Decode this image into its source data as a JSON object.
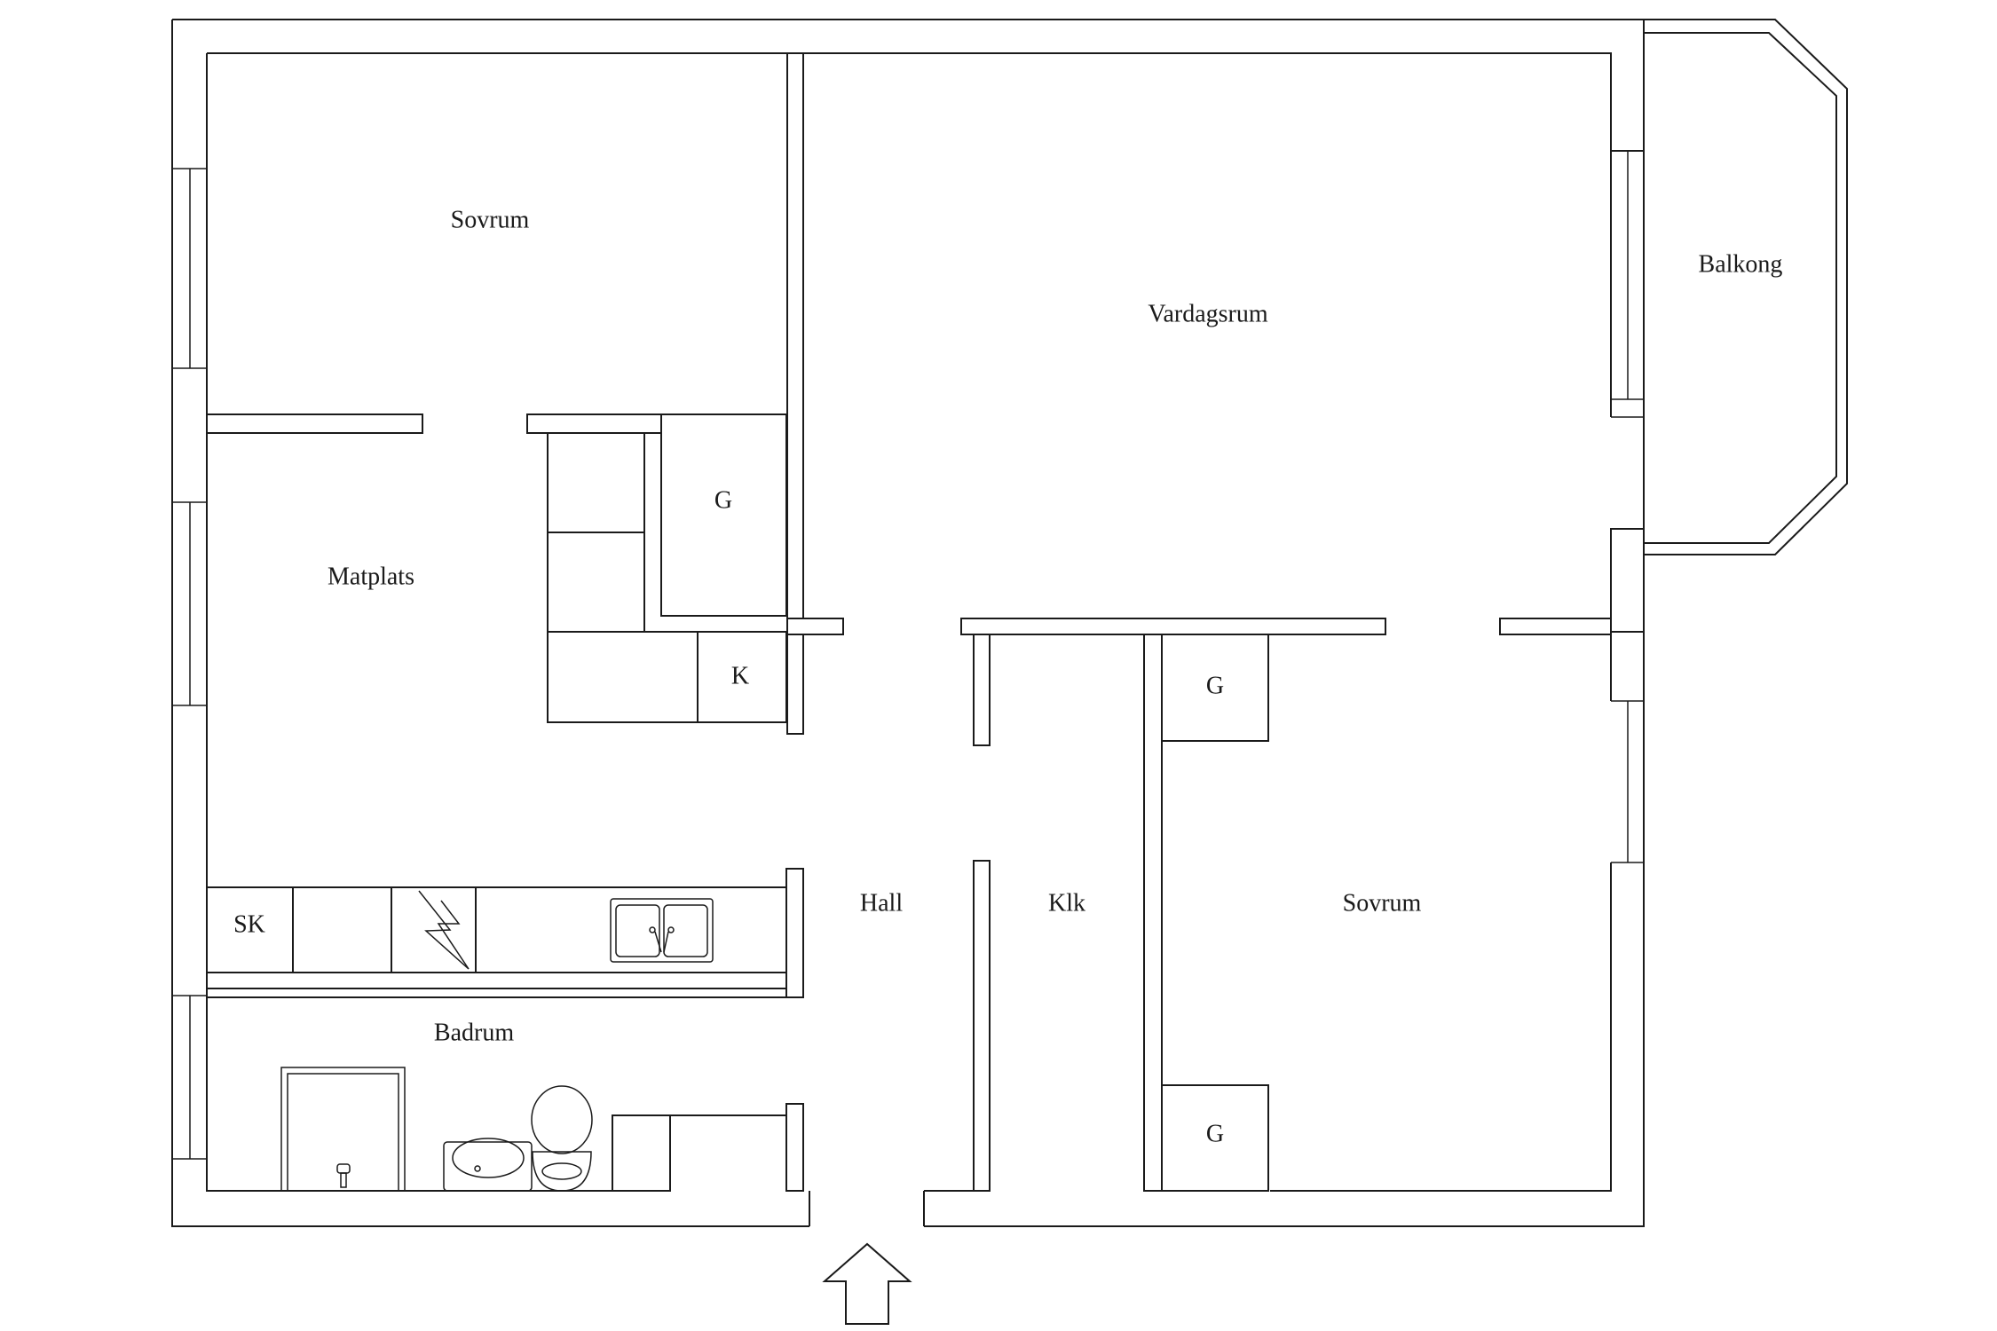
{
  "rooms": {
    "sovrum_1": "Sovrum",
    "vardagsrum": "Vardagsrum",
    "balkong": "Balkong",
    "matplats": "Matplats",
    "garderob_1": "G",
    "kok_skap": "K",
    "skap": "SK",
    "hall": "Hall",
    "klk": "Klk",
    "sovrum_2": "Sovrum",
    "badrum": "Badrum",
    "garderob_2": "G",
    "garderob_3": "G"
  },
  "colors": {
    "line": "#1a1a1a",
    "background": "#ffffff"
  },
  "icons": [
    "entrance-arrow-icon",
    "stove-icon",
    "double-sink-icon",
    "washbasin-icon",
    "toilet-icon",
    "shower-icon"
  ]
}
